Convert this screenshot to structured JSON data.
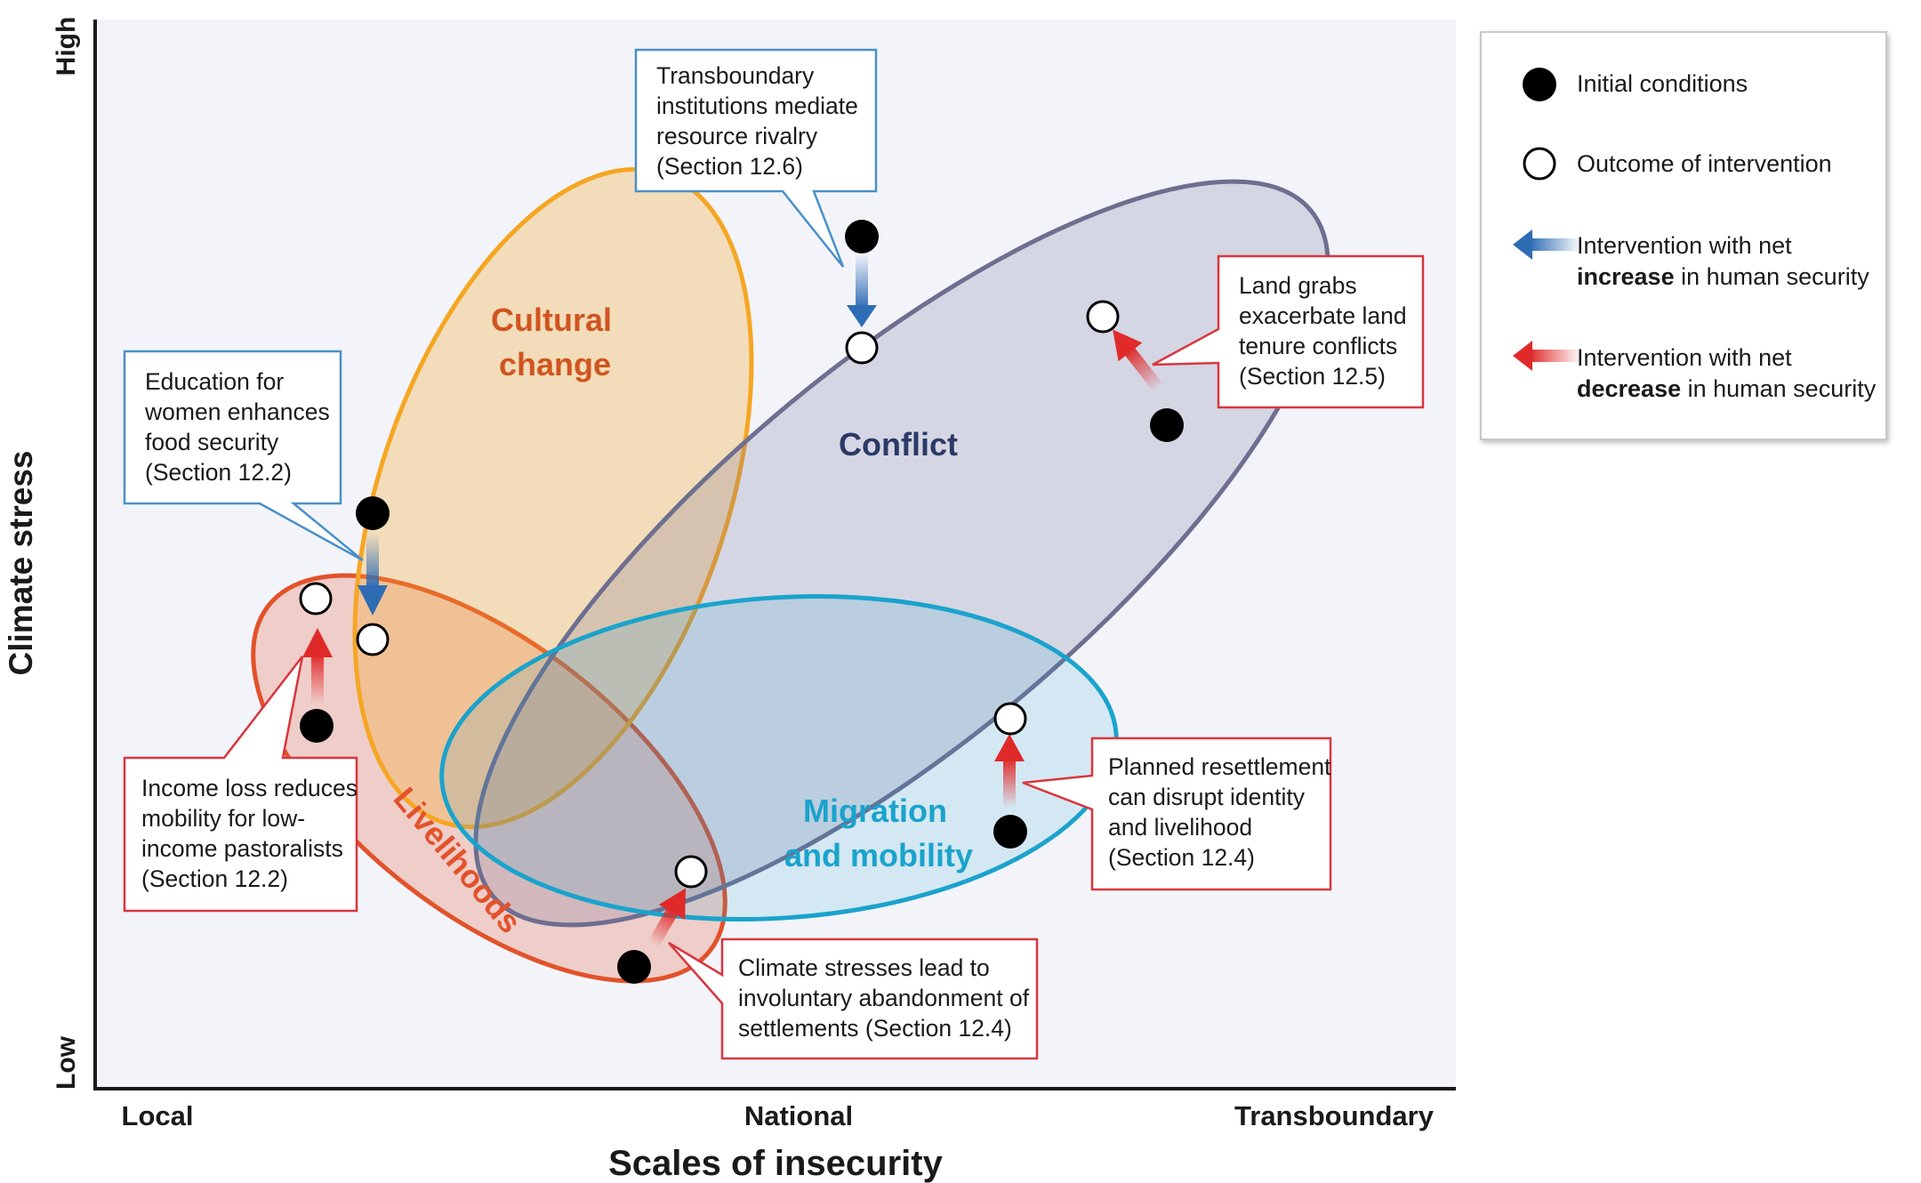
{
  "axes": {
    "x_title": "Scales of insecurity",
    "y_title": "Climate stress",
    "x_ticks": [
      "Local",
      "National",
      "Transboundary"
    ],
    "y_ticks": [
      "High",
      "Low"
    ]
  },
  "regions": {
    "cultural_change": {
      "label_line1": "Cultural",
      "label_line2": "change",
      "color": "#F5A623"
    },
    "conflict": {
      "label": "Conflict",
      "color": "#6E6E90"
    },
    "migration": {
      "label_line1": "Migration",
      "label_line2": "and mobility",
      "color": "#1AA3CC"
    },
    "livelihoods": {
      "label": "Livelihoods",
      "color": "#E2522B"
    }
  },
  "callouts": {
    "education": {
      "lines": [
        "Education for",
        "women enhances",
        "food security",
        "(Section 12.2)"
      ],
      "border": "#4A90C8"
    },
    "transboundary": {
      "lines": [
        "Transboundary",
        "institutions mediate",
        "resource rivalry",
        "(Section 12.6)"
      ],
      "border": "#4A90C8"
    },
    "land_grabs": {
      "lines": [
        "Land grabs",
        "exacerbate land",
        "tenure conflicts",
        "(Section 12.5)"
      ],
      "border": "#D9363E"
    },
    "income_loss": {
      "lines": [
        "Income loss reduces",
        "mobility for low-",
        "income pastoralists",
        "(Section 12.2)"
      ],
      "border": "#D9363E"
    },
    "resettlement": {
      "lines": [
        "Planned resettlement",
        "can disrupt identity",
        "and livelihood",
        "(Section 12.4)"
      ],
      "border": "#D9363E"
    },
    "climate_stresses": {
      "lines": [
        "Climate stresses lead to",
        "involuntary abandonment of",
        "settlements (Section 12.4)"
      ],
      "border": "#D9363E"
    }
  },
  "legend": {
    "initial": "Initial conditions",
    "outcome": "Outcome of intervention",
    "increase_line1": "Intervention with net",
    "increase_bold": "increase",
    "increase_rest": " in human security",
    "decrease_line1": "Intervention with net",
    "decrease_bold": "decrease",
    "decrease_rest": " in human security",
    "increase_color": "#2E6DB4",
    "decrease_color": "#E02A2A"
  }
}
